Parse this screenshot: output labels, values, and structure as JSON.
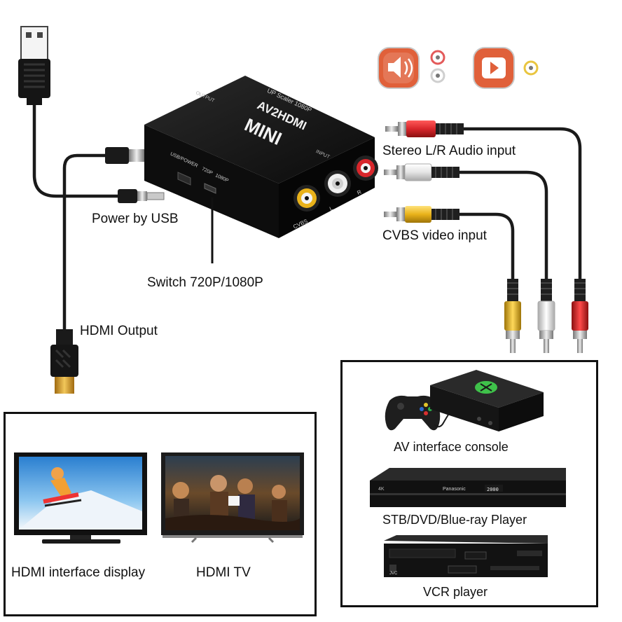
{
  "device": {
    "brand_line1": "MINI",
    "brand_line2": "AV2HDMI",
    "brand_line3": "UP Scaler 1080P",
    "port_output": "OUTPUT",
    "port_input": "INPUT",
    "port_usb_power": "USB/POWER",
    "port_720p": "720P",
    "port_1080p": "1080P",
    "port_cvbs": "CVBS",
    "port_l": "L",
    "port_r": "R"
  },
  "labels": {
    "stereo_audio": "Stereo L/R Audio input",
    "power_usb": "Power by USB",
    "cvbs_video": "CVBS video input",
    "switch": "Switch 720P/1080P",
    "hdmi_output": "HDMI Output"
  },
  "left_panel": {
    "display_label": "HDMI interface display",
    "tv_label": "HDMI TV"
  },
  "right_panel": {
    "console_label": "AV interface console",
    "player_label": "STB/DVD/Blue-ray Player",
    "vcr_label": "VCR player",
    "player_brand": "Panasonic",
    "player_display": "2000",
    "vcr_brand": "JVC"
  },
  "colors": {
    "cable": "#1a1a1a",
    "red_plug": "#d8262b",
    "white_plug": "#e8e8e8",
    "yellow_plug": "#e9b21a",
    "hdmi_gold": "#d49a1e",
    "device_body": "#111111",
    "icon_orange": "#e0603a"
  },
  "icons": [
    "speaker-icon",
    "play-icon",
    "usb-plug-icon",
    "hdmi-plug-icon"
  ]
}
